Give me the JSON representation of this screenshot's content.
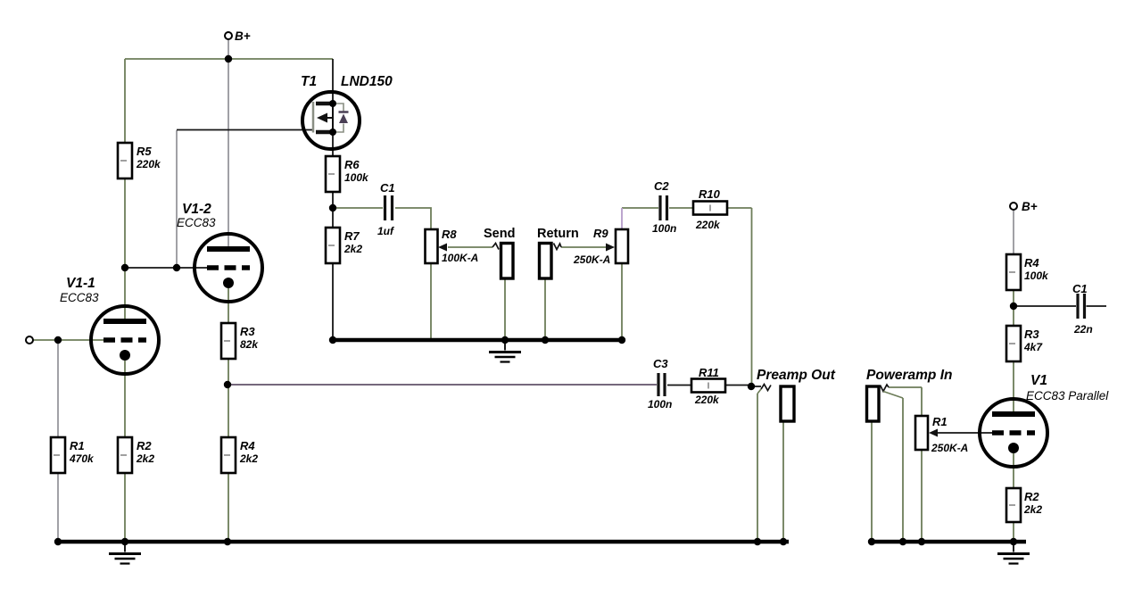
{
  "colors": {
    "background": "#ffffff",
    "component_outline": "#000000",
    "wire_green": "#6d7d59",
    "wire_gray": "#97979d",
    "wire_purple": "#b49bc8",
    "wire_mauve": "#75687c",
    "bus_black": "#000000"
  },
  "left_section": {
    "b_plus_label": "B+",
    "tubes": {
      "v1_1": {
        "ref": "V1-1",
        "type": "ECC83"
      },
      "v1_2": {
        "ref": "V1-2",
        "type": "ECC83"
      }
    },
    "transistor": {
      "ref": "T1",
      "type": "LND150"
    },
    "resistors": {
      "r1": {
        "ref": "R1",
        "value": "470k"
      },
      "r2": {
        "ref": "R2",
        "value": "2k2"
      },
      "r3": {
        "ref": "R3",
        "value": "82k"
      },
      "r4": {
        "ref": "R4",
        "value": "2k2"
      },
      "r5": {
        "ref": "R5",
        "value": "220k"
      },
      "r6": {
        "ref": "R6",
        "value": "100k"
      },
      "r7": {
        "ref": "R7",
        "value": "2k2"
      },
      "r10": {
        "ref": "R10",
        "value": "220k"
      },
      "r11": {
        "ref": "R11",
        "value": "220k"
      }
    },
    "pots": {
      "r8": {
        "ref": "R8",
        "value": "100K-A"
      },
      "r9": {
        "ref": "R9",
        "value": "250K-A"
      }
    },
    "capacitors": {
      "c1": {
        "ref": "C1",
        "value": "1uf"
      },
      "c2": {
        "ref": "C2",
        "value": "100n"
      },
      "c3": {
        "ref": "C3",
        "value": "100n"
      }
    },
    "jacks": {
      "send": "Send",
      "return": "Return",
      "preamp_out": "Preamp Out"
    }
  },
  "right_section": {
    "b_plus_label": "B+",
    "jacks": {
      "poweramp_in": "Poweramp In"
    },
    "tube": {
      "ref": "V1",
      "type": "ECC83 Parallel"
    },
    "resistors": {
      "r1": {
        "ref": "R1",
        "value": "250K-A"
      },
      "r2": {
        "ref": "R2",
        "value": "2k2"
      },
      "r3": {
        "ref": "R3",
        "value": "4k7"
      },
      "r4": {
        "ref": "R4",
        "value": "100k"
      }
    },
    "capacitors": {
      "c1": {
        "ref": "C1",
        "value": "22n"
      }
    }
  }
}
